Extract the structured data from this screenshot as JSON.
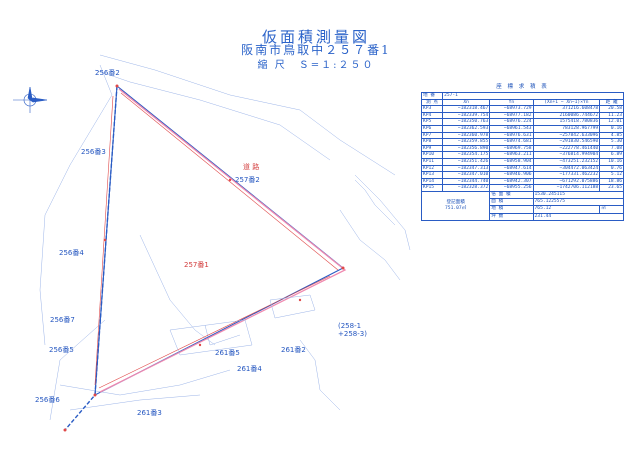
{
  "header": {
    "title": "仮面積測量図",
    "location": "阪南市鳥取中２５７番1",
    "scale": "縮 尺　Ｓ=１:２５０"
  },
  "table": {
    "caption": "座 標 求 積 表",
    "lot_label": "地 番",
    "lot_value": "257-1",
    "columns": [
      "測 点",
      "Xn",
      "Yn",
      "(Xn+1 − Xn−1)×Yn",
      "距 離"
    ],
    "rows": [
      [
        "KP3",
        "−182318.467",
        "−68973.729",
        "371216.608478",
        "20.58"
      ],
      [
        "KP4",
        "−182339.754",
        "−68977.182",
        "2160086.744672",
        "11.23"
      ],
      [
        "KP5",
        "−182350.763",
        "−68976.224",
        "1575418.780836",
        "12.01"
      ],
      [
        "KP6",
        "−182362.593",
        "−68961.543",
        "783128.967799",
        "0.16"
      ],
      [
        "KP7",
        "−182360.978",
        "−68976.631",
        "−257842.633096",
        "4.85"
      ],
      [
        "KP8",
        "−182359.855",
        "−68974.681",
        "−291830.546590",
        "5.30"
      ],
      [
        "KP9",
        "−182356.890",
        "−68969.758",
        "−222778.461440",
        "7.08"
      ],
      [
        "KP10",
        "−182354.175",
        "−68963.211",
        "−376814.994904",
        "6.89"
      ],
      [
        "KP11",
        "−182351.426",
        "−68958.904",
        "−473251.232152",
        "10.16"
      ],
      [
        "KP12",
        "−182347.313",
        "−68947.614",
        "−304472.063424",
        "0.76"
      ],
      [
        "KP13",
        "−182347.010",
        "−68946.906",
        "−177331.462232",
        "5.12"
      ],
      [
        "KP14",
        "−182344.740",
        "−68942.307",
        "−671292.075886",
        "18.86"
      ],
      [
        "KP15",
        "−182328.372",
        "−68955.256",
        "−1742706.112188",
        "23.65"
      ]
    ],
    "summary": {
      "registered_label": "登記面積",
      "registered_value": "751.07㎡",
      "rows": [
        {
          "label": "倍 面 積",
          "value": "1530.245115"
        },
        {
          "label": "面 積",
          "value": "765.1225575"
        },
        {
          "label": "地 積",
          "value": "765.12",
          "unit": "㎡"
        },
        {
          "label": "坪 数",
          "value": "231.44"
        }
      ]
    }
  },
  "map_labels": {
    "parcel_main": "257番1",
    "road": "道 路",
    "p257_2": "257番2",
    "p256_2": "256番2",
    "p256_3": "256番3",
    "p256_4": "256番4",
    "p256_7": "256番7",
    "p256_5": "256番5",
    "p256_6": "256番6",
    "p261_2": "261番2",
    "p261_3": "261番3",
    "p261_4": "261番4",
    "p261_5": "261番5",
    "p258": "(258-1\n+258-3)",
    "p258_1": "(258-1",
    "p258_3": "+258-3)"
  },
  "colors": {
    "boundary": "#2a5cc4",
    "red": "#e04848",
    "pink": "#f08ab0"
  }
}
